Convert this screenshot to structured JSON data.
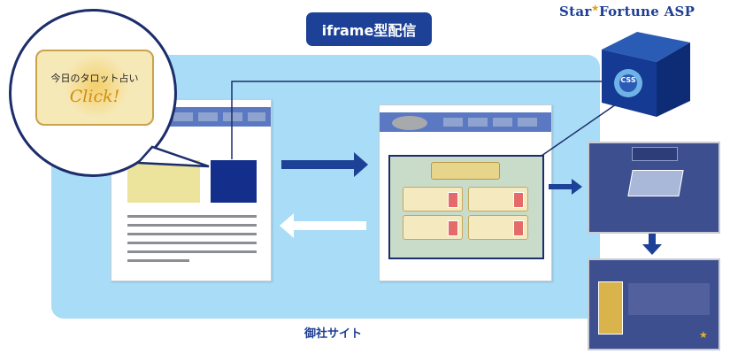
{
  "title_pill": "iframe型配信",
  "brand": {
    "prefix": "Star",
    "suffix": "Fortune ASP"
  },
  "bubble": {
    "card_text": "今日のタロット占い",
    "click_text": "Click!"
  },
  "box_logo": "CSS",
  "footer_label": "御社サイト",
  "colors": {
    "navy": "#1c4196",
    "light_blue": "#a9dcf6",
    "nav": "#5b79c3",
    "gold": "#d28e10"
  }
}
